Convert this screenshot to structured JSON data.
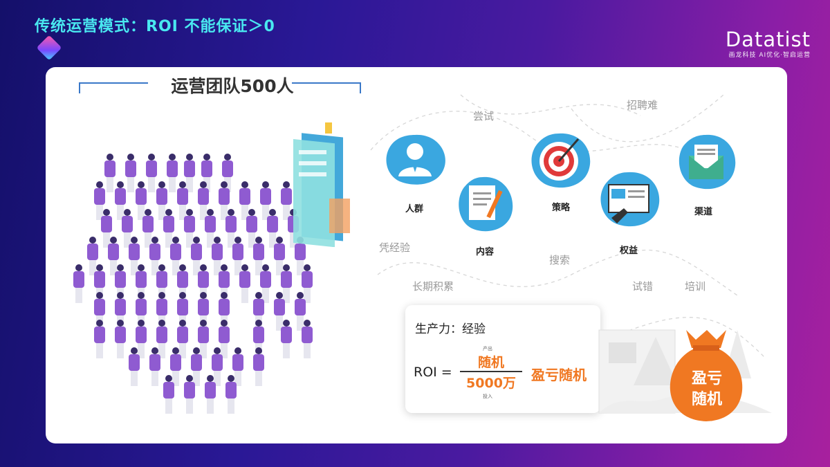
{
  "slide": {
    "title": "传统运营模式：ROI 不能保证＞0"
  },
  "logo": {
    "mark": "Datatist",
    "tagline": "画龙科技 AI优化·智启运营"
  },
  "team": {
    "title": "运营团队500人"
  },
  "words": [
    "尝试",
    "招聘难",
    "凭经验",
    "搜索",
    "长期积累",
    "试错",
    "培训"
  ],
  "categories": [
    {
      "label": "人群",
      "icon": "person-icon"
    },
    {
      "label": "内容",
      "icon": "document-pen-icon"
    },
    {
      "label": "策略",
      "icon": "target-icon"
    },
    {
      "label": "权益",
      "icon": "screen-hand-icon"
    },
    {
      "label": "渠道",
      "icon": "envelope-icon"
    }
  ],
  "roi": {
    "productivity": "生产力：经验",
    "label": "ROI =",
    "numerator": "随机",
    "numerator_caption": "产出",
    "denominator": "5000万",
    "denominator_caption": "投入",
    "result": "盈亏随机"
  },
  "bag": {
    "line1": "盈亏",
    "line2": "随机"
  },
  "colors": {
    "title": "#49e8f0",
    "accent": "#f07822",
    "blob": "#3aa7e0",
    "person": "#8f5bd1"
  }
}
